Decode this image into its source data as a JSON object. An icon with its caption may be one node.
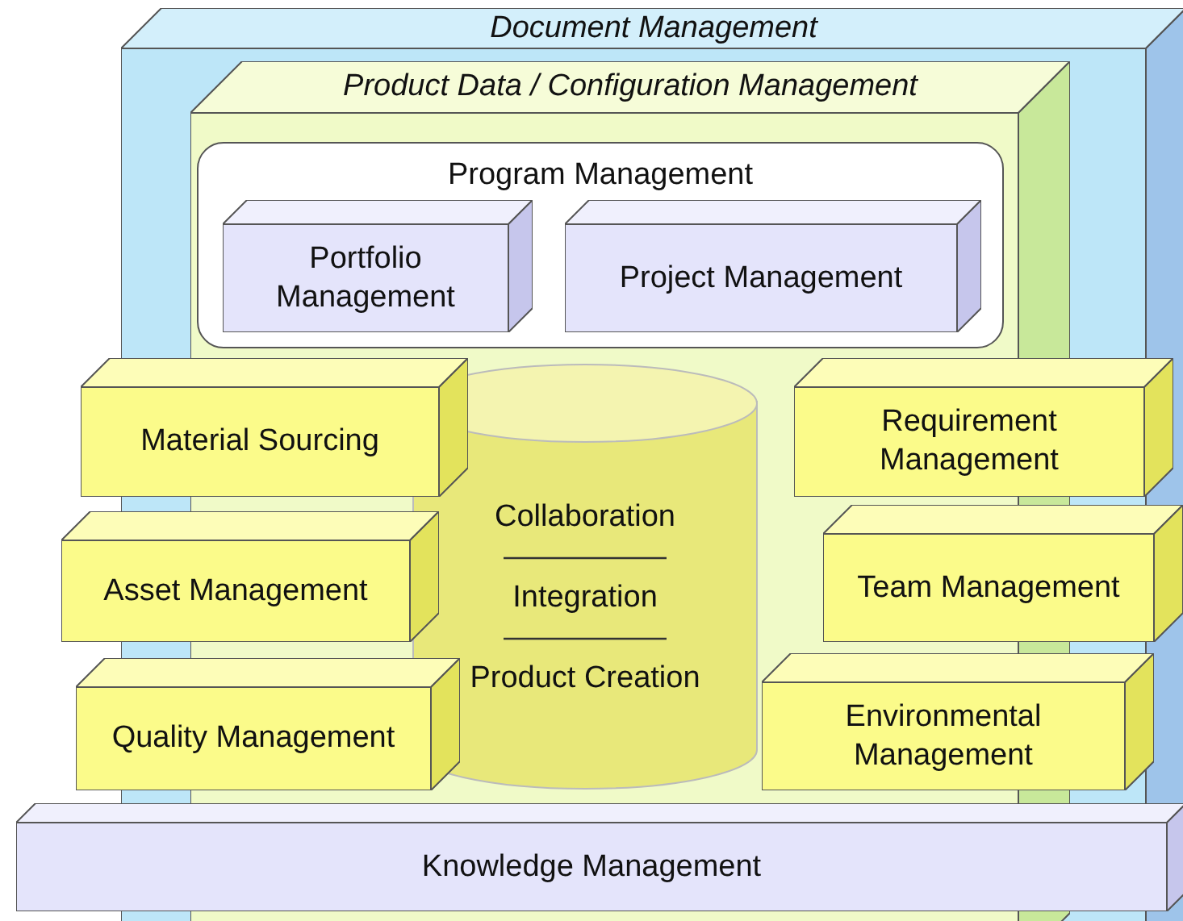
{
  "diagram": {
    "nodes": [
      {
        "text": [
          "Document Management"
        ]
      },
      {
        "text": [
          "Product Data / Configuration Management"
        ],
        "in": 0
      },
      {
        "text": [
          "Program Management"
        ],
        "in": 1
      },
      {
        "text": [
          "Portfolio Management"
        ],
        "in": 2
      },
      {
        "text": [
          "Project Management"
        ],
        "in": 2
      },
      {
        "text": [
          "Material Sourcing"
        ]
      },
      {
        "text": [
          "Requirement Management"
        ],
        "in": 0
      },
      {
        "text": [
          "Asset Management"
        ]
      },
      {
        "text": [
          "Team Management"
        ],
        "in": 0
      },
      {
        "text": [
          "Quality Management"
        ]
      },
      {
        "text": [
          "Environmental Management"
        ],
        "in": 0
      },
      {
        "text": [
          "Collaboration",
          "Integration",
          "Product Creation"
        ],
        "in": 1
      },
      {
        "text": [
          "Knowledge Management"
        ]
      }
    ]
  }
}
